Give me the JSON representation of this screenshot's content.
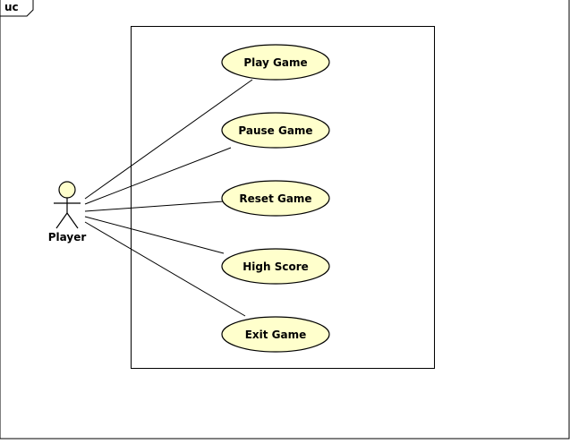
{
  "frame": {
    "tag": "uc"
  },
  "actor": {
    "name": "Player"
  },
  "use_cases": [
    {
      "label": "Play Game"
    },
    {
      "label": "Pause Game"
    },
    {
      "label": "Reset Game"
    },
    {
      "label": "High Score"
    },
    {
      "label": "Exit Game"
    }
  ],
  "colors": {
    "use_case_fill": "#ffffcc",
    "actor_head_fill": "#ffffcc",
    "stroke": "#000000",
    "background": "#ffffff"
  }
}
